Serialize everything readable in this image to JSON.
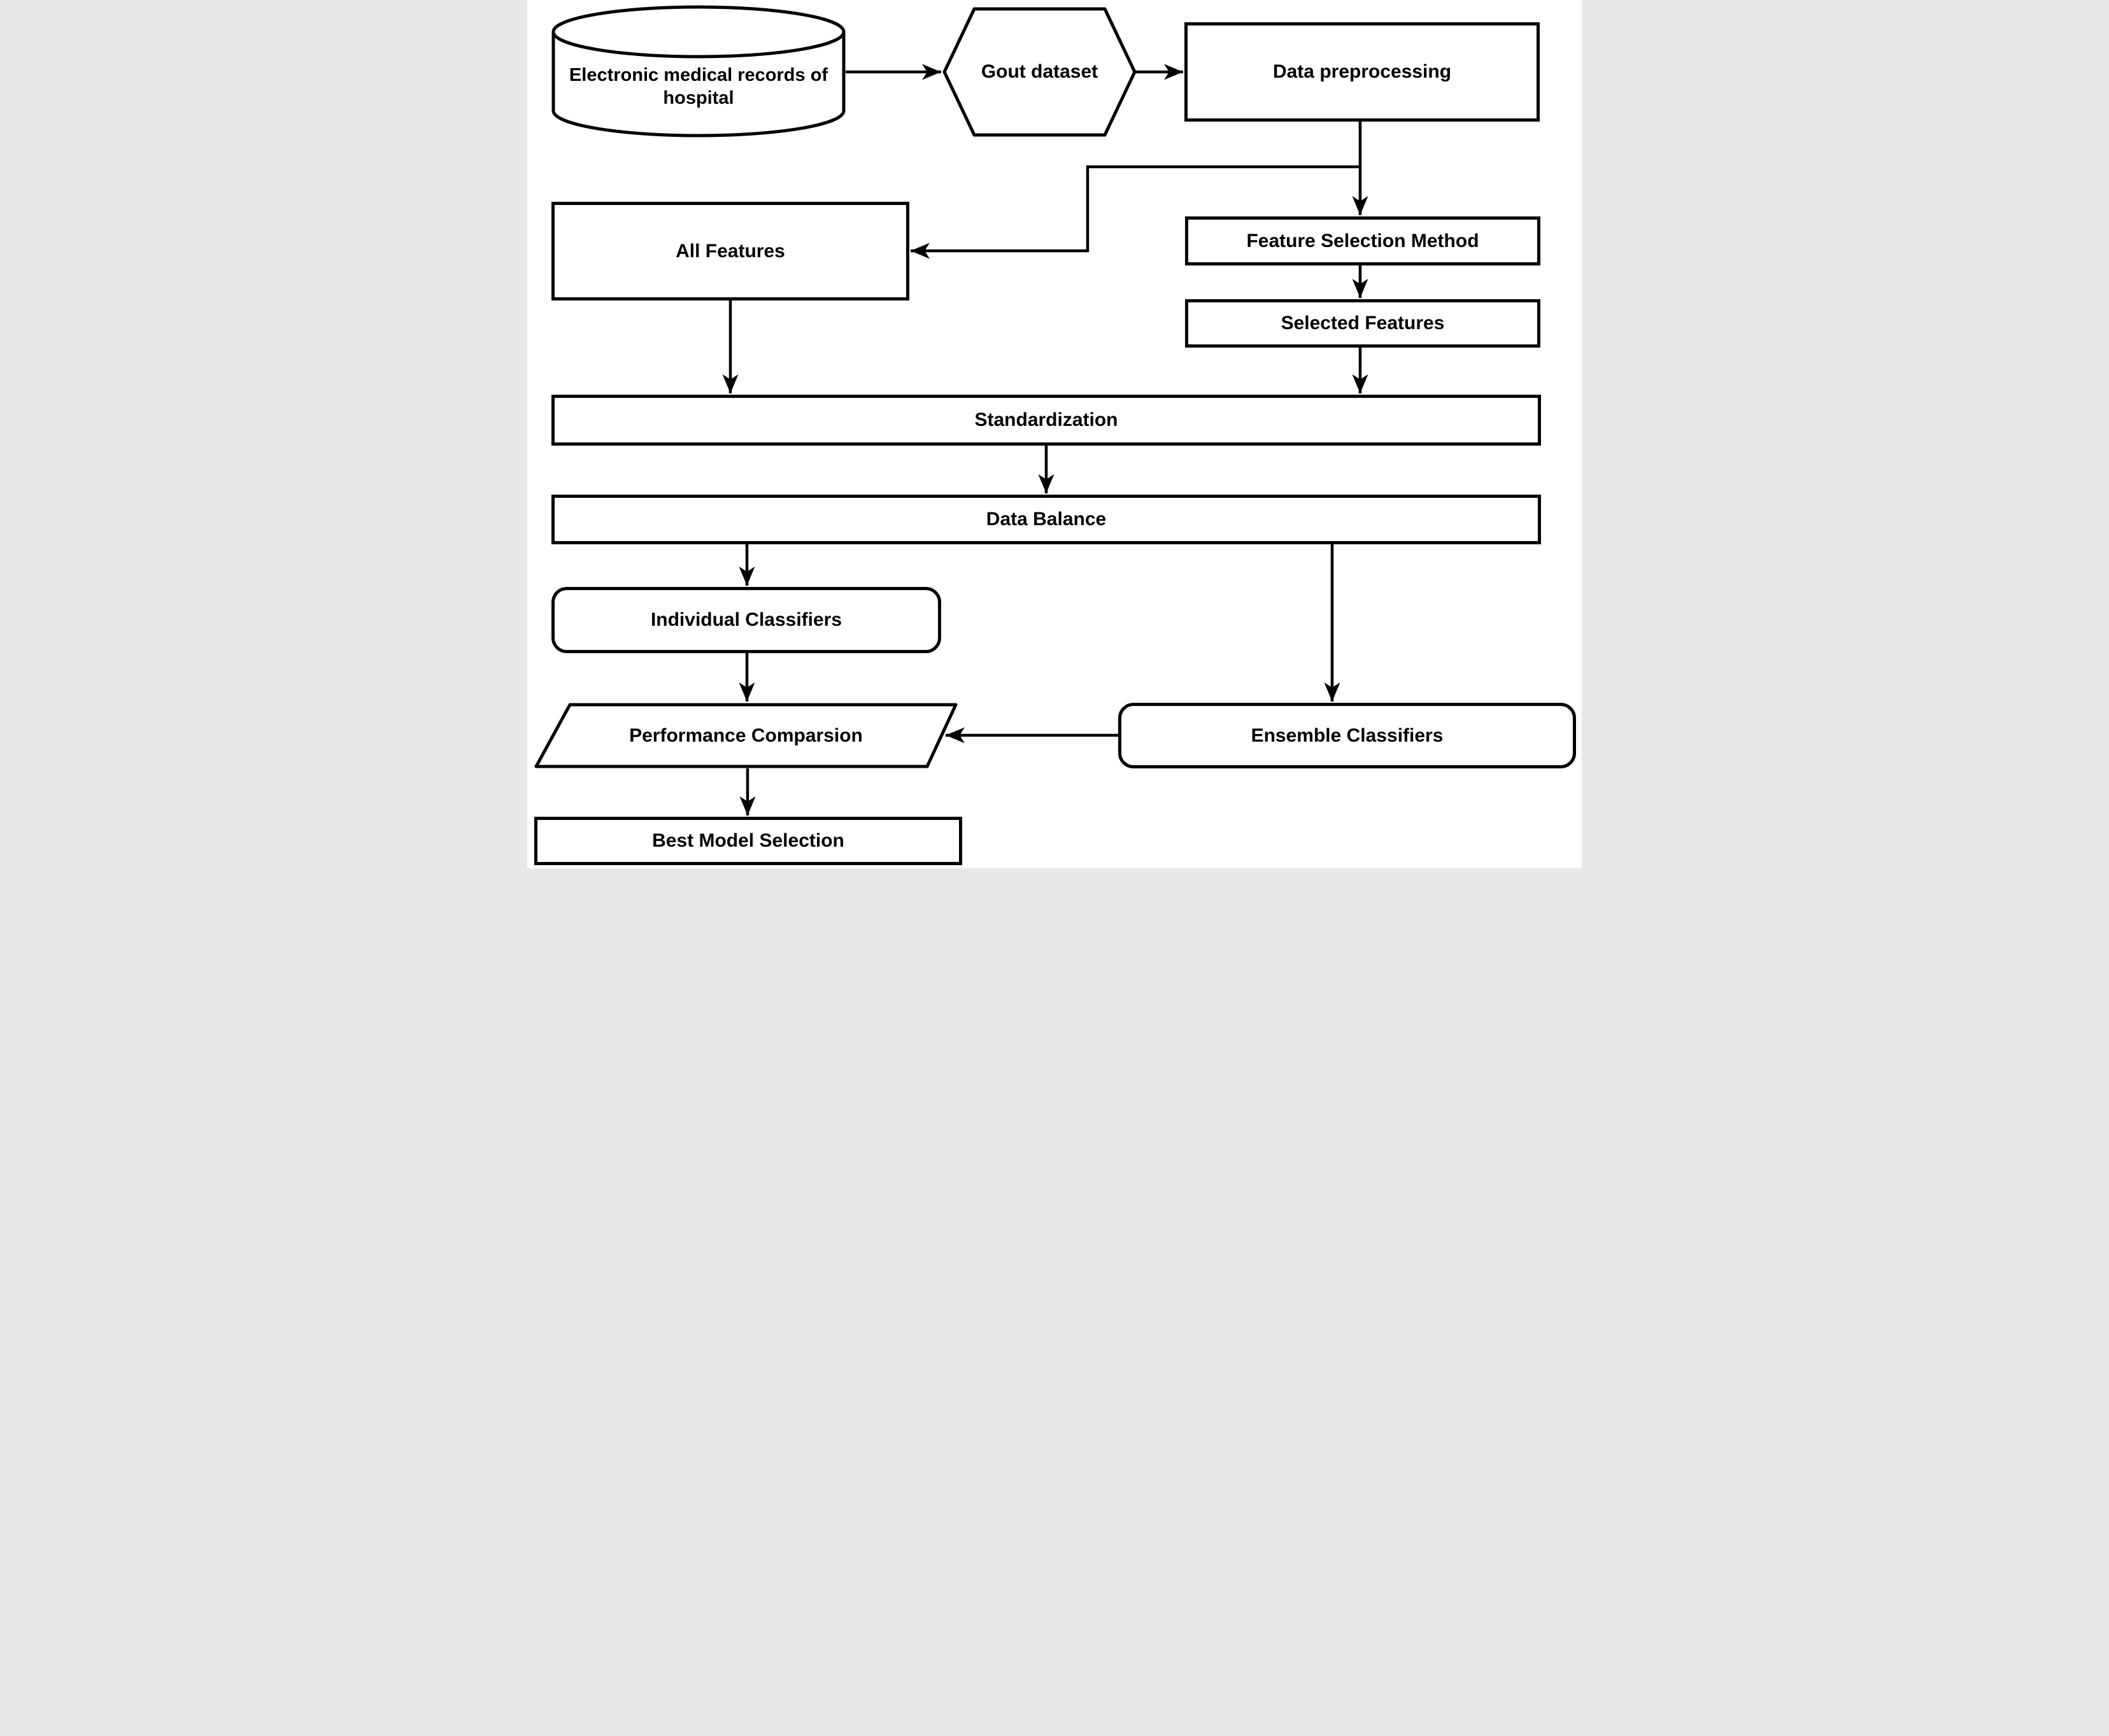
{
  "diagram": {
    "title": "Gout classification workflow flowchart",
    "colors": {
      "background": "#ffffff",
      "line": "#000000",
      "text": "#000000"
    },
    "nodes": {
      "emr": {
        "label": "Electronic medical records of hospital",
        "shape": "cylinder"
      },
      "gout": {
        "label": "Gout dataset",
        "shape": "hexagon"
      },
      "preprocessing": {
        "label": "Data preprocessing",
        "shape": "rectangle"
      },
      "all_features": {
        "label": "All Features",
        "shape": "rectangle"
      },
      "feature_selection": {
        "label": "Feature Selection Method",
        "shape": "rectangle"
      },
      "selected_features": {
        "label": "Selected Features",
        "shape": "rectangle"
      },
      "standardization": {
        "label": "Standardization",
        "shape": "rectangle"
      },
      "data_balance": {
        "label": "Data Balance",
        "shape": "rectangle"
      },
      "individual_classifiers": {
        "label": "Individual Classifiers",
        "shape": "rounded-rectangle"
      },
      "ensemble_classifiers": {
        "label": "Ensemble Classifiers",
        "shape": "rounded-rectangle"
      },
      "performance_comparison": {
        "label": "Performance Comparsion",
        "shape": "parallelogram"
      },
      "best_model": {
        "label": "Best Model Selection",
        "shape": "rectangle"
      }
    },
    "edges": [
      {
        "from": "emr",
        "to": "gout"
      },
      {
        "from": "gout",
        "to": "preprocessing"
      },
      {
        "from": "preprocessing",
        "to": "feature_selection"
      },
      {
        "from": "preprocessing",
        "to": "all_features"
      },
      {
        "from": "feature_selection",
        "to": "selected_features"
      },
      {
        "from": "selected_features",
        "to": "standardization"
      },
      {
        "from": "all_features",
        "to": "standardization"
      },
      {
        "from": "standardization",
        "to": "data_balance"
      },
      {
        "from": "data_balance",
        "to": "individual_classifiers"
      },
      {
        "from": "data_balance",
        "to": "ensemble_classifiers"
      },
      {
        "from": "individual_classifiers",
        "to": "performance_comparison"
      },
      {
        "from": "ensemble_classifiers",
        "to": "performance_comparison"
      },
      {
        "from": "performance_comparison",
        "to": "best_model"
      }
    ]
  }
}
